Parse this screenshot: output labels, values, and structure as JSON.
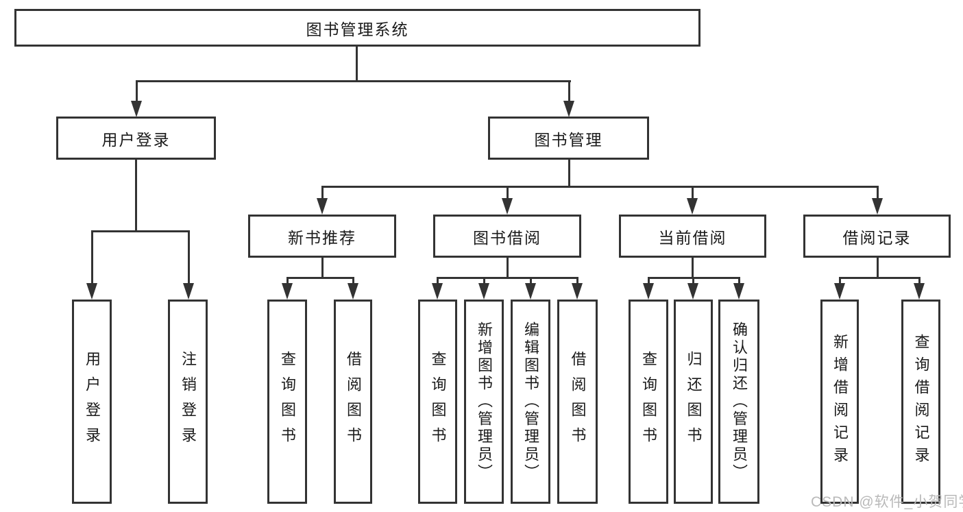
{
  "tree": {
    "label": "图书管理系统",
    "children": [
      {
        "label": "用户登录",
        "children": [
          {
            "label": "用户登录"
          },
          {
            "label": "注销登录"
          }
        ]
      },
      {
        "label": "图书管理",
        "children": [
          {
            "label": "新书推荐",
            "children": [
              {
                "label": "查询图书"
              },
              {
                "label": "借阅图书"
              }
            ]
          },
          {
            "label": "图书借阅",
            "children": [
              {
                "label": "查询图书"
              },
              {
                "label": "新增图书（管理员）"
              },
              {
                "label": "编辑图书（管理员）"
              },
              {
                "label": "借阅图书"
              }
            ]
          },
          {
            "label": "当前借阅",
            "children": [
              {
                "label": "查询图书"
              },
              {
                "label": "归还图书"
              },
              {
                "label": "确认归还（管理员）"
              }
            ]
          },
          {
            "label": "借阅记录",
            "children": [
              {
                "label": "新增借阅记录"
              },
              {
                "label": "查询借阅记录"
              }
            ]
          }
        ]
      }
    ]
  },
  "watermark": {
    "text": "CSDN @软件_小贺同学"
  },
  "colors": {
    "line": "#333333",
    "text": "#1a1a1a",
    "watermark": "#b9b9b9",
    "background": "#ffffff"
  }
}
